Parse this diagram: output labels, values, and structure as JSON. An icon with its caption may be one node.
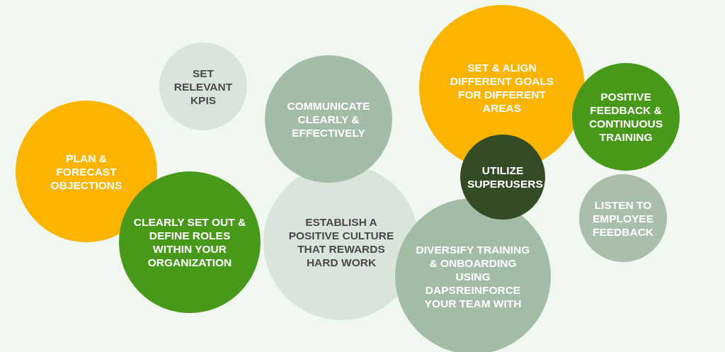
{
  "diagram": {
    "nodes": [
      {
        "text": [
          "SET RELEVANT KPIS"
        ]
      },
      {
        "text": [
          "COMMUNICATE CLEARLY & EFFECTIVELY"
        ]
      },
      {
        "text": [
          "SET & ALIGN DIFFERENT GOALS FOR DIFFERENT AREAS"
        ]
      },
      {
        "text": [
          "POSITIVE FEEDBACK & CONTINUOUS TRAINING"
        ]
      },
      {
        "text": [
          "PLAN & FORECAST OBJECTIONS"
        ]
      },
      {
        "text": [
          "UTILIZE SUPERUSERS"
        ]
      },
      {
        "text": [
          "LISTEN TO EMPLOYEE FEEDBACK"
        ]
      },
      {
        "text": [
          "CLEARLY SET OUT & DEFINE ROLES WITHIN YOUR ORGANIZATION"
        ]
      },
      {
        "text": [
          "ESTABLISH A POSITIVE CULTURE THAT REWARDS HARD WORK"
        ]
      },
      {
        "text": [
          "DIVERSIFY TRAINING & ONBOARDING USING DAPSREINFORCE YOUR TEAM WITH"
        ]
      }
    ]
  }
}
